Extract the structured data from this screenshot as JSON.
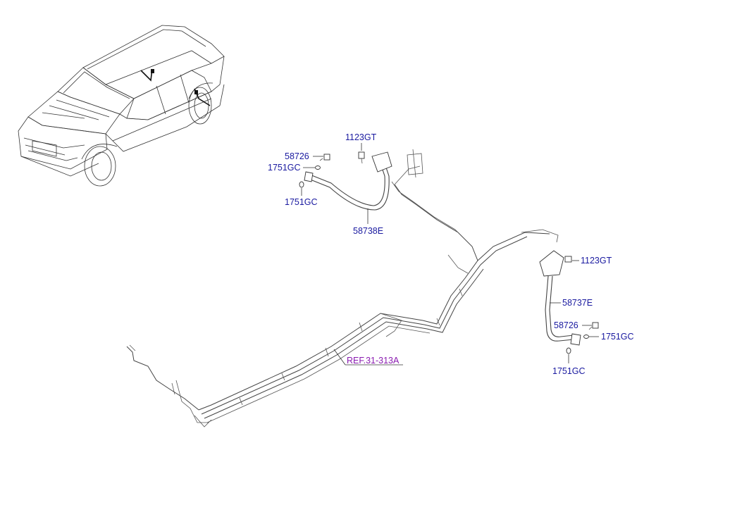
{
  "labels": {
    "bolt_front": "1123GT",
    "clip_front": "58726",
    "washer_front_upper": "1751GC",
    "washer_front_lower": "1751GC",
    "hose_front": "58738E",
    "bolt_rear": "1123GT",
    "hose_rear": "58737E",
    "clip_rear": "58726",
    "washer_rear_right": "1751GC",
    "washer_rear_lower": "1751GC",
    "ref_link": "REF.31-313A"
  },
  "colors": {
    "part_label": "#1a1aa0",
    "ref_link": "#8a1ab0",
    "line": "#444444",
    "background": "#ffffff"
  }
}
